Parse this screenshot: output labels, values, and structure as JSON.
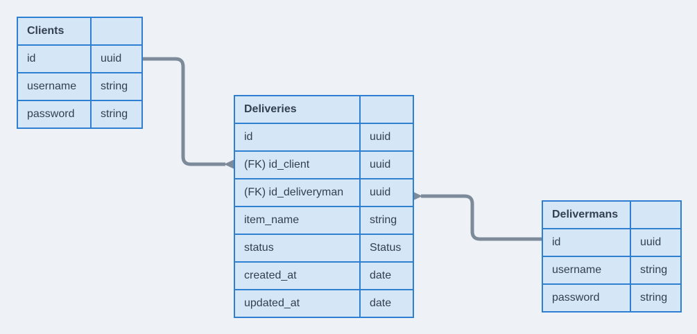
{
  "canvas": {
    "background_color": "#eef2f6"
  },
  "palette": {
    "table_border_color": "#2e7fd1",
    "table_fill_color": "#d5e6f6",
    "text_color": "#333f4f",
    "connector_color": "#7d8a99"
  },
  "tables": [
    {
      "title": "Clients",
      "rows": [
        [
          "id",
          "uuid"
        ],
        [
          "username",
          "string"
        ],
        [
          "password",
          "string"
        ]
      ]
    },
    {
      "title": "Deliveries",
      "rows": [
        [
          "id",
          "uuid"
        ],
        [
          "(FK) id_client",
          "uuid"
        ],
        [
          "(FK) id_deliveryman",
          "uuid"
        ],
        [
          "item_name",
          "string"
        ],
        [
          "status",
          "Status"
        ],
        [
          "created_at",
          "date"
        ],
        [
          "updated_at",
          "date"
        ]
      ]
    },
    {
      "title": "Delivermans",
      "rows": [
        [
          "id",
          "uuid"
        ],
        [
          "username",
          "string"
        ],
        [
          "password",
          "string"
        ]
      ]
    }
  ],
  "connectors": [
    {
      "from": "Clients.id",
      "to": "Deliveries.(FK) id_client"
    },
    {
      "from": "Deliveries.(FK) id_deliveryman",
      "to": "Delivermans.id"
    }
  ]
}
